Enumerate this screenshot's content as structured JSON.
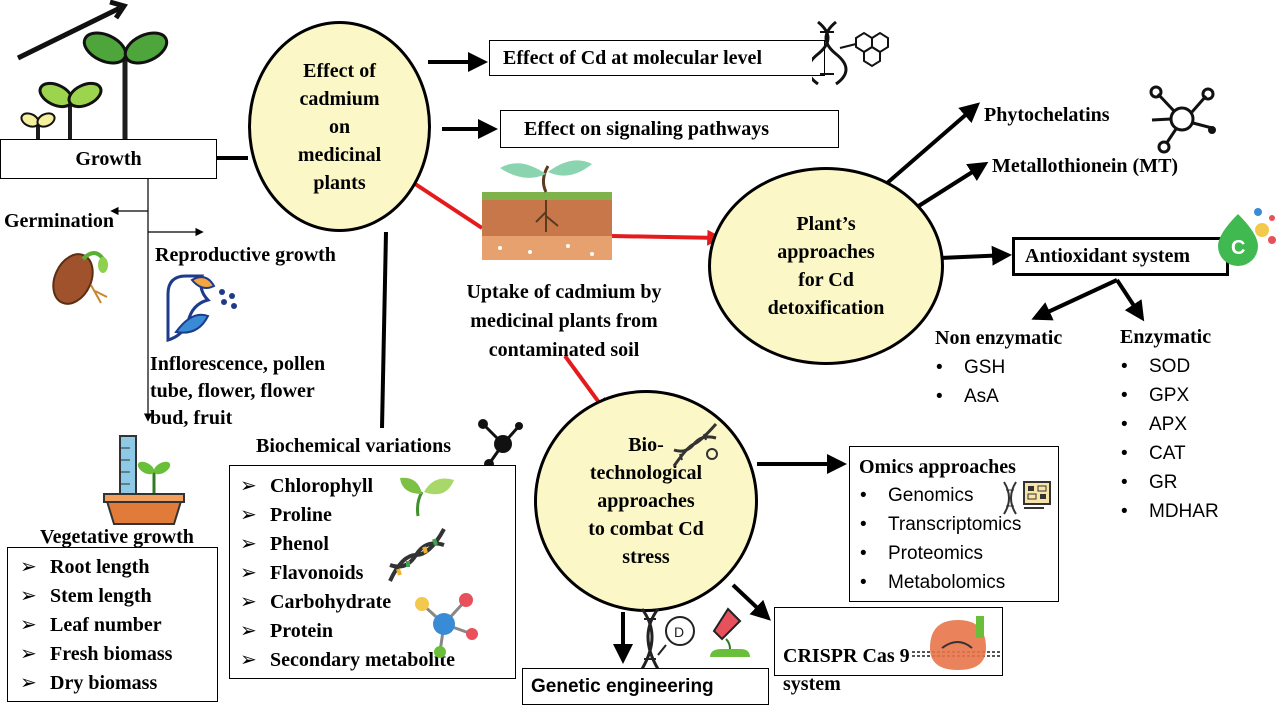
{
  "center": {
    "effect_ellipse": "Effect of\ncadmium\non\nmedicinal\nplants",
    "uptake_text": "Uptake of cadmium by\nmedicinal plants from\ncontaminated soil",
    "detox_ellipse": "Plant’s\napproaches\nfor Cd\ndetoxification",
    "biotech_ellipse": "Bio-\ntechnological\napproaches\nto combat Cd\nstress"
  },
  "effects": {
    "molecular": "Effect of Cd at molecular level",
    "signaling": "Effect on signaling pathways"
  },
  "growth": {
    "title": "Growth",
    "germination": "Germination",
    "reproductive": "Reproductive growth",
    "reproductive_items": "Inflorescence, pollen\ntube, flower, flower\nbud, fruit",
    "vegetative": "Vegetative growth",
    "vegetative_items": [
      "Root length",
      "Stem length",
      "Leaf number",
      "Fresh biomass",
      "Dry biomass"
    ]
  },
  "biochemical": {
    "title": "Biochemical variations",
    "items": [
      "Chlorophyll",
      "Proline",
      "Phenol",
      "Flavonoids",
      "Carbohydrate",
      "Protein",
      "Secondary metabolite"
    ]
  },
  "detox": {
    "phytochelatins": "Phytochelatins",
    "metallothionein": "Metallothionein (MT)",
    "antioxidant": "Antioxidant system",
    "non_enzymatic_title": "Non enzymatic",
    "non_enzymatic": [
      "GSH",
      "AsA"
    ],
    "enzymatic_title": "Enzymatic",
    "enzymatic": [
      "SOD",
      "GPX",
      "APX",
      "CAT",
      "GR",
      "MDHAR"
    ]
  },
  "biotech": {
    "omics_title": "Omics approaches",
    "omics": [
      "Genomics",
      "Transcriptomics",
      "Proteomics",
      "Metabolomics"
    ],
    "crispr": "CRISPR Cas 9\nsystem",
    "genetic": "Genetic engineering"
  },
  "icons": [
    "growing-plants-icon",
    "seed-germination-icon",
    "flower-icon",
    "ruler-plant-icon",
    "dna-hexagon-icon",
    "soil-sprout-icon",
    "molecule-icon",
    "vitamin-c-icon",
    "leaf-icon",
    "dna-helix-icon",
    "genomics-icon",
    "crispr-icon",
    "genetic-engineering-icon"
  ],
  "colors": {
    "ellipse_fill": "#fbf7c7",
    "red_arrow": "#e41a1c"
  }
}
